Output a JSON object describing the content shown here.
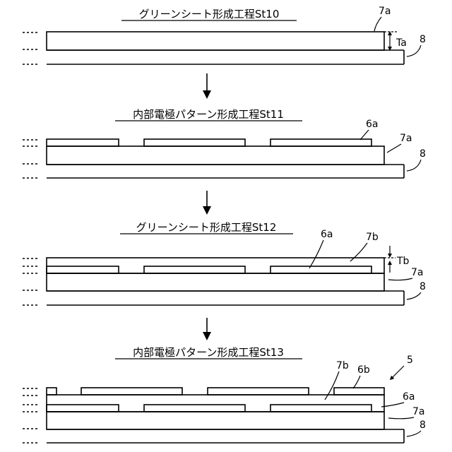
{
  "steps": [
    {
      "title": "グリーンシート形成工程St10"
    },
    {
      "title": "内部電極パターン形成工程St11"
    },
    {
      "title": "グリーンシート形成工程St12"
    },
    {
      "title": "内部電極パターン形成工程St13"
    }
  ],
  "labels": {
    "green_sheet_first": "7a",
    "green_sheet_second": "7b",
    "carrier_film": "8",
    "electrode_first": "6a",
    "electrode_second": "6b",
    "thickness_a": "Ta",
    "thickness_b": "Tb",
    "laminate": "5"
  },
  "icons": {
    "step_arrow": "down-arrow-icon",
    "thickness_marker": "double-arrow-icon"
  }
}
